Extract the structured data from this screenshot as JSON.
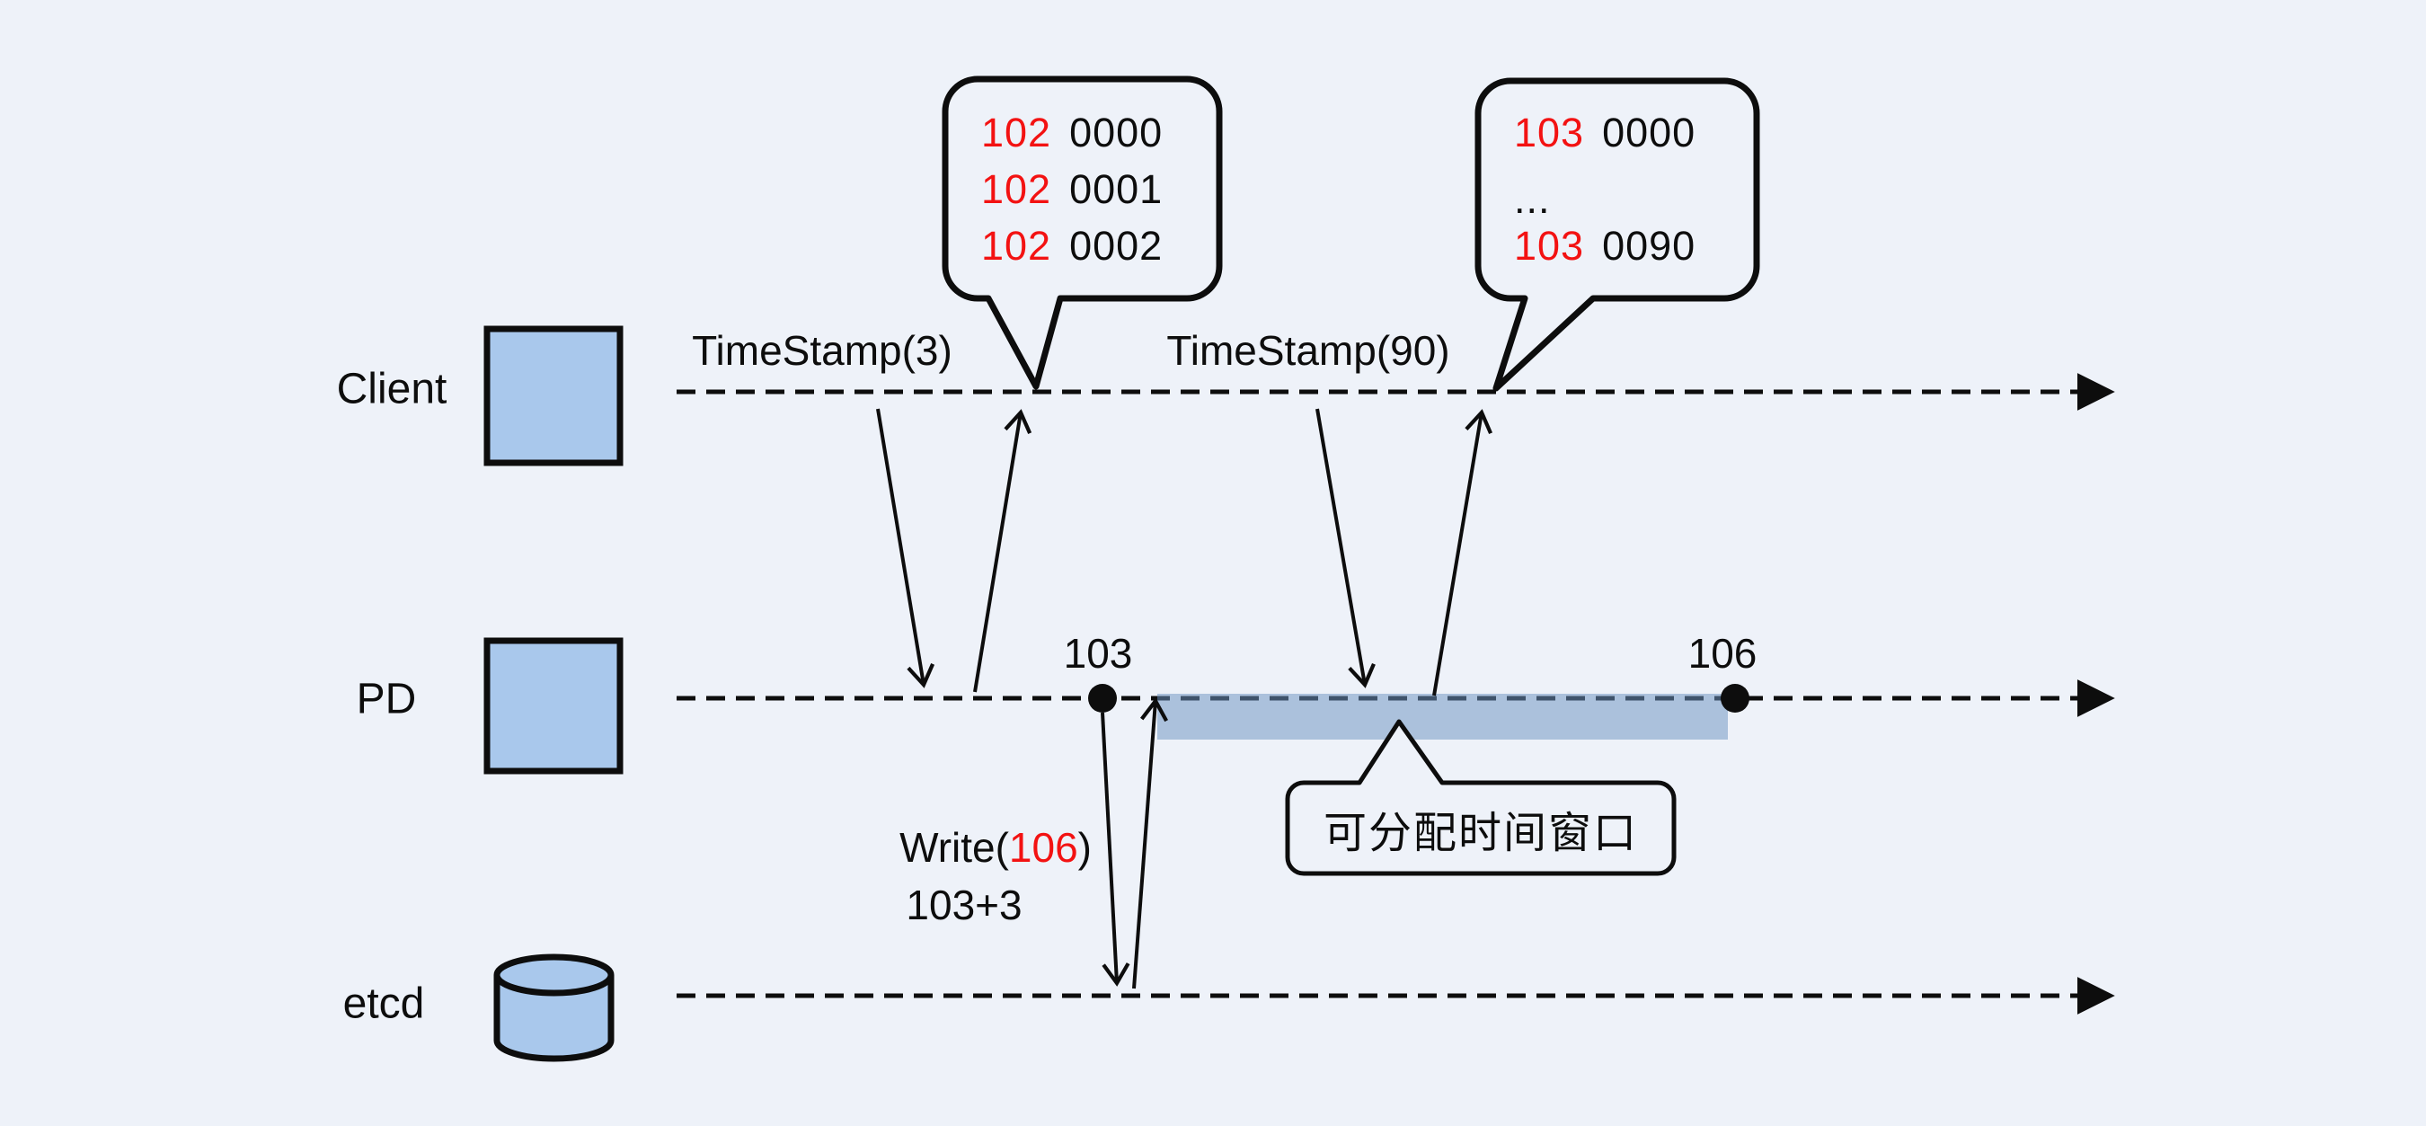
{
  "page": {
    "background": "#eef2f9"
  },
  "colors": {
    "page_bg": "#eef2f9",
    "red": "#f31212",
    "box_fill": "#a9c8ec",
    "outline": "#0d0d0d",
    "window_bar": "rgba(110,148,194,0.52)"
  },
  "lanes": {
    "client": "Client",
    "pd": "PD",
    "etcd": "etcd"
  },
  "requests": {
    "ts3": "TimeStamp(3)",
    "ts90": "TimeStamp(90)"
  },
  "bubble_ts3": {
    "lines": [
      {
        "hi": "102",
        "lo": "0000"
      },
      {
        "hi": "102",
        "lo": "0001"
      },
      {
        "hi": "102",
        "lo": "0002"
      }
    ]
  },
  "bubble_ts90": {
    "lines": [
      {
        "hi": "103",
        "lo": "0000"
      },
      {
        "hi": "",
        "lo": "..."
      },
      {
        "hi": "103",
        "lo": "0090"
      }
    ]
  },
  "pd_points": {
    "window_start": "103",
    "window_end": "106"
  },
  "etcd_write": {
    "prefix": "Write(",
    "value": "106",
    "suffix": ")",
    "formula": "103+3"
  },
  "window": {
    "label": "可分配时间窗口"
  }
}
